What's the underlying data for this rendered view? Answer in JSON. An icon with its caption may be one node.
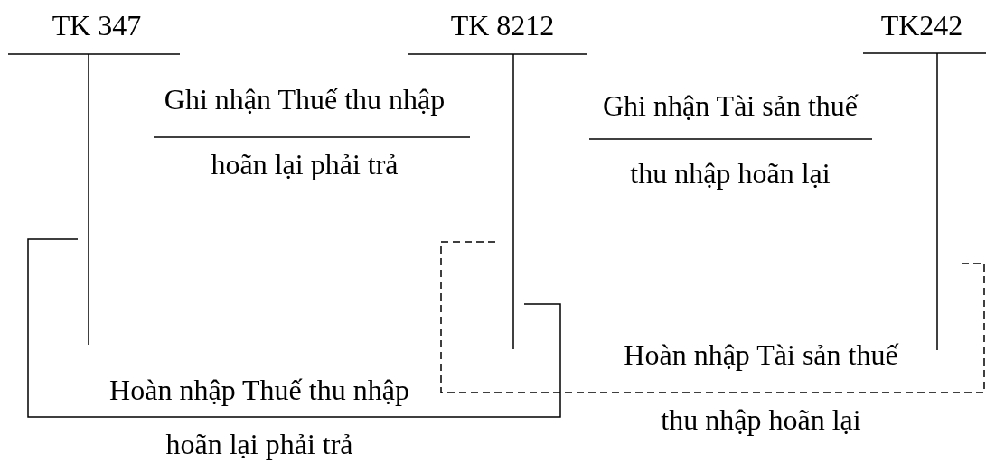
{
  "diagram": {
    "nodes": [
      {
        "text": [
          "TK 347"
        ]
      },
      {
        "text": [
          "TK 8212"
        ]
      },
      {
        "text": [
          "TK242"
        ]
      }
    ],
    "edges": [
      {
        "from": 1,
        "to": 0,
        "arrow": "none",
        "label": "Ghi nhận Thuế thu nhập hoãn lại phải trả"
      },
      {
        "from": 1,
        "to": 2,
        "arrow": "none",
        "label": "Ghi nhận Tài sản thuế thu nhập hoãn lại"
      },
      {
        "from": 1,
        "to": 0,
        "arrow": "none",
        "label": "Hoàn nhập Thuế thu nhập hoãn lại phải trả"
      },
      {
        "from": 2,
        "to": 1,
        "arrow": "none",
        "label": "Hoàn nhập Tài sản thuế thu nhập hoãn lại",
        "style": "dashed"
      }
    ]
  }
}
